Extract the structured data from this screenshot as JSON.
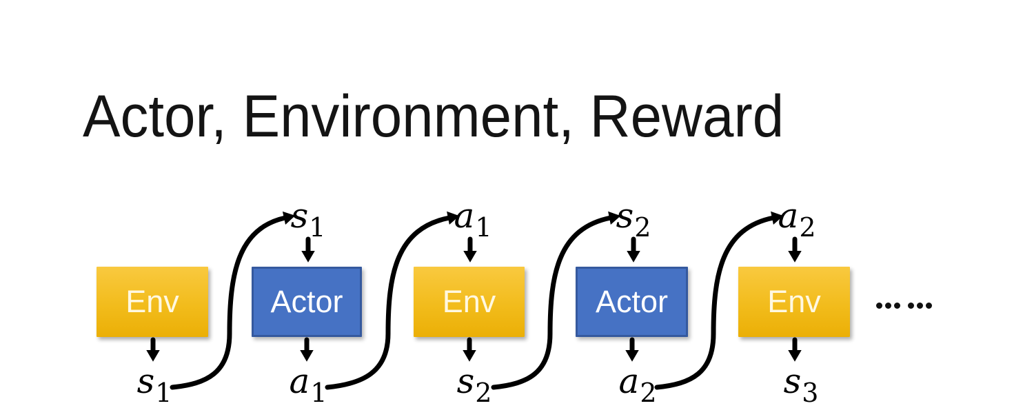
{
  "title": "Actor, Environment, Reward",
  "colors": {
    "background": "#FFFFFF",
    "title_text": "#141414",
    "env_gradient_top": "#F9C93F",
    "env_gradient_bottom": "#EBAF06",
    "env_text": "#FFF8E1",
    "actor_fill": "#4672C4",
    "actor_border": "#35599E",
    "actor_text": "#FFFFFF",
    "arrow": "#000000"
  },
  "diagram": {
    "boxes": [
      {
        "label": "Env"
      },
      {
        "label": "Actor"
      },
      {
        "label": "Env"
      },
      {
        "label": "Actor"
      },
      {
        "label": "Env"
      }
    ],
    "top_labels": [
      {
        "letter": "s",
        "sub": "1"
      },
      {
        "letter": "a",
        "sub": "1"
      },
      {
        "letter": "s",
        "sub": "2"
      },
      {
        "letter": "a",
        "sub": "2"
      }
    ],
    "bottom_labels": [
      {
        "letter": "s",
        "sub": "1"
      },
      {
        "letter": "a",
        "sub": "1"
      },
      {
        "letter": "s",
        "sub": "2"
      },
      {
        "letter": "a",
        "sub": "2"
      },
      {
        "letter": "s",
        "sub": "3"
      }
    ],
    "ellipsis": "……"
  }
}
